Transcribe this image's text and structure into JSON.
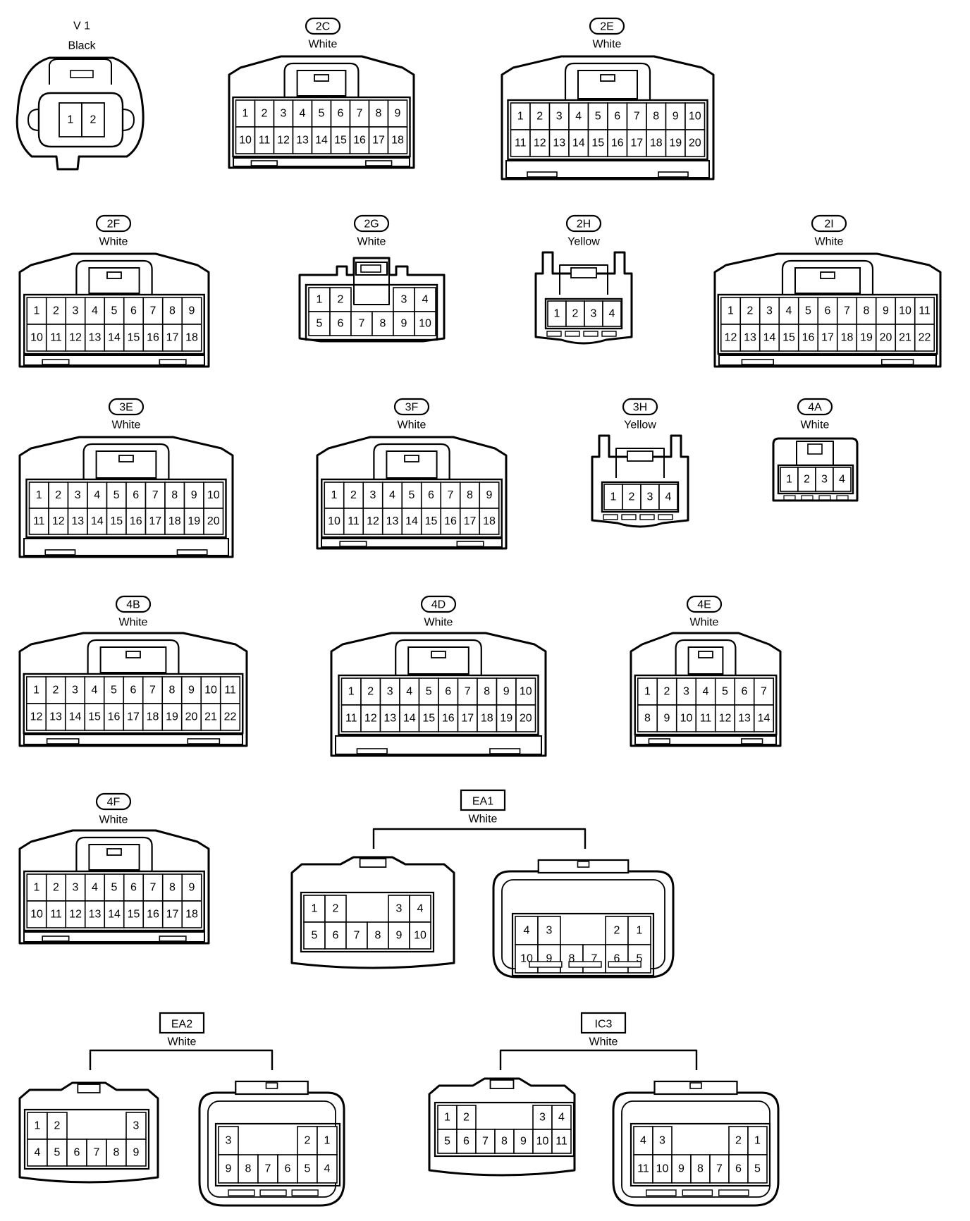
{
  "connectors": [
    {
      "code": "V 1",
      "color": "Black",
      "pins": [
        [
          "1",
          "2"
        ]
      ]
    },
    {
      "code": "2C",
      "color": "White",
      "pins": [
        [
          "1",
          "2",
          "3",
          "4",
          "5",
          "6",
          "7",
          "8",
          "9"
        ],
        [
          "10",
          "11",
          "12",
          "13",
          "14",
          "15",
          "16",
          "17",
          "18"
        ]
      ]
    },
    {
      "code": "2E",
      "color": "White",
      "pins": [
        [
          "1",
          "2",
          "3",
          "4",
          "5",
          "6",
          "7",
          "8",
          "9",
          "10"
        ],
        [
          "11",
          "12",
          "13",
          "14",
          "15",
          "16",
          "17",
          "18",
          "19",
          "20"
        ]
      ]
    },
    {
      "code": "2F",
      "color": "White",
      "pins": [
        [
          "1",
          "2",
          "3",
          "4",
          "5",
          "6",
          "7",
          "8",
          "9"
        ],
        [
          "10",
          "11",
          "12",
          "13",
          "14",
          "15",
          "16",
          "17",
          "18"
        ]
      ]
    },
    {
      "code": "2G",
      "color": "White",
      "pins": [
        [
          "1",
          "2",
          "",
          "",
          "3",
          "4"
        ],
        [
          "5",
          "6",
          "7",
          "8",
          "9",
          "10"
        ]
      ]
    },
    {
      "code": "2H",
      "color": "Yellow",
      "pins": [
        [
          "1",
          "2",
          "3",
          "4"
        ]
      ]
    },
    {
      "code": "2I",
      "color": "White",
      "pins": [
        [
          "1",
          "2",
          "3",
          "4",
          "5",
          "6",
          "7",
          "8",
          "9",
          "10",
          "11"
        ],
        [
          "12",
          "13",
          "14",
          "15",
          "16",
          "17",
          "18",
          "19",
          "20",
          "21",
          "22"
        ]
      ]
    },
    {
      "code": "3E",
      "color": "White",
      "pins": [
        [
          "1",
          "2",
          "3",
          "4",
          "5",
          "6",
          "7",
          "8",
          "9",
          "10"
        ],
        [
          "11",
          "12",
          "13",
          "14",
          "15",
          "16",
          "17",
          "18",
          "19",
          "20"
        ]
      ]
    },
    {
      "code": "3F",
      "color": "White",
      "pins": [
        [
          "1",
          "2",
          "3",
          "4",
          "5",
          "6",
          "7",
          "8",
          "9"
        ],
        [
          "10",
          "11",
          "12",
          "13",
          "14",
          "15",
          "16",
          "17",
          "18"
        ]
      ]
    },
    {
      "code": "3H",
      "color": "Yellow",
      "pins": [
        [
          "1",
          "2",
          "3",
          "4"
        ]
      ]
    },
    {
      "code": "4A",
      "color": "White",
      "pins": [
        [
          "1",
          "2",
          "3",
          "4"
        ]
      ]
    },
    {
      "code": "4B",
      "color": "White",
      "pins": [
        [
          "1",
          "2",
          "3",
          "4",
          "5",
          "6",
          "7",
          "8",
          "9",
          "10",
          "11"
        ],
        [
          "12",
          "13",
          "14",
          "15",
          "16",
          "17",
          "18",
          "19",
          "20",
          "21",
          "22"
        ]
      ]
    },
    {
      "code": "4D",
      "color": "White",
      "pins": [
        [
          "1",
          "2",
          "3",
          "4",
          "5",
          "6",
          "7",
          "8",
          "9",
          "10"
        ],
        [
          "11",
          "12",
          "13",
          "14",
          "15",
          "16",
          "17",
          "18",
          "19",
          "20"
        ]
      ]
    },
    {
      "code": "4E",
      "color": "White",
      "pins": [
        [
          "1",
          "2",
          "3",
          "4",
          "5",
          "6",
          "7"
        ],
        [
          "8",
          "9",
          "10",
          "11",
          "12",
          "13",
          "14"
        ]
      ]
    },
    {
      "code": "4F",
      "color": "White",
      "pins": [
        [
          "1",
          "2",
          "3",
          "4",
          "5",
          "6",
          "7",
          "8",
          "9"
        ],
        [
          "10",
          "11",
          "12",
          "13",
          "14",
          "15",
          "16",
          "17",
          "18"
        ]
      ]
    }
  ],
  "splices": [
    {
      "code": "EA1",
      "color": "White",
      "left": {
        "top": [
          "1",
          "2",
          "3",
          "4"
        ],
        "bottom": [
          "5",
          "6",
          "7",
          "8",
          "9",
          "10"
        ]
      },
      "right": {
        "top": [
          "4",
          "3",
          "2",
          "1"
        ],
        "bottom": [
          "10",
          "9",
          "8",
          "7",
          "6",
          "5"
        ]
      }
    },
    {
      "code": "EA2",
      "color": "White",
      "left": {
        "top": [
          "1",
          "2",
          "3"
        ],
        "bottom": [
          "4",
          "5",
          "6",
          "7",
          "8",
          "9"
        ]
      },
      "right": {
        "top": [
          "3",
          "2",
          "1"
        ],
        "bottom": [
          "9",
          "8",
          "7",
          "6",
          "5",
          "4"
        ]
      }
    },
    {
      "code": "IC3",
      "color": "White",
      "left": {
        "top": [
          "1",
          "2",
          "3",
          "4"
        ],
        "bottom": [
          "5",
          "6",
          "7",
          "8",
          "9",
          "10",
          "11"
        ]
      },
      "right": {
        "top": [
          "4",
          "3",
          "2",
          "1"
        ],
        "bottom": [
          "11",
          "10",
          "9",
          "8",
          "7",
          "6",
          "5"
        ]
      }
    }
  ]
}
